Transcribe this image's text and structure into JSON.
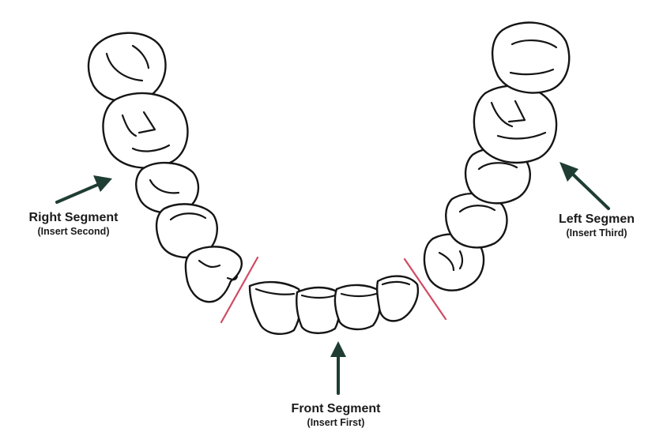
{
  "colors": {
    "outline": "#151515",
    "cut_line": "#d14a63",
    "arrow": "#1f3d33",
    "text": "#1b1b1b"
  },
  "segments": {
    "right": {
      "title": "Right Segment",
      "note": "(Insert Second)"
    },
    "left": {
      "title": "Left Segmen",
      "note": "(Insert Third)"
    },
    "front": {
      "title": "Front Segment",
      "note": "(Insert First)"
    }
  }
}
